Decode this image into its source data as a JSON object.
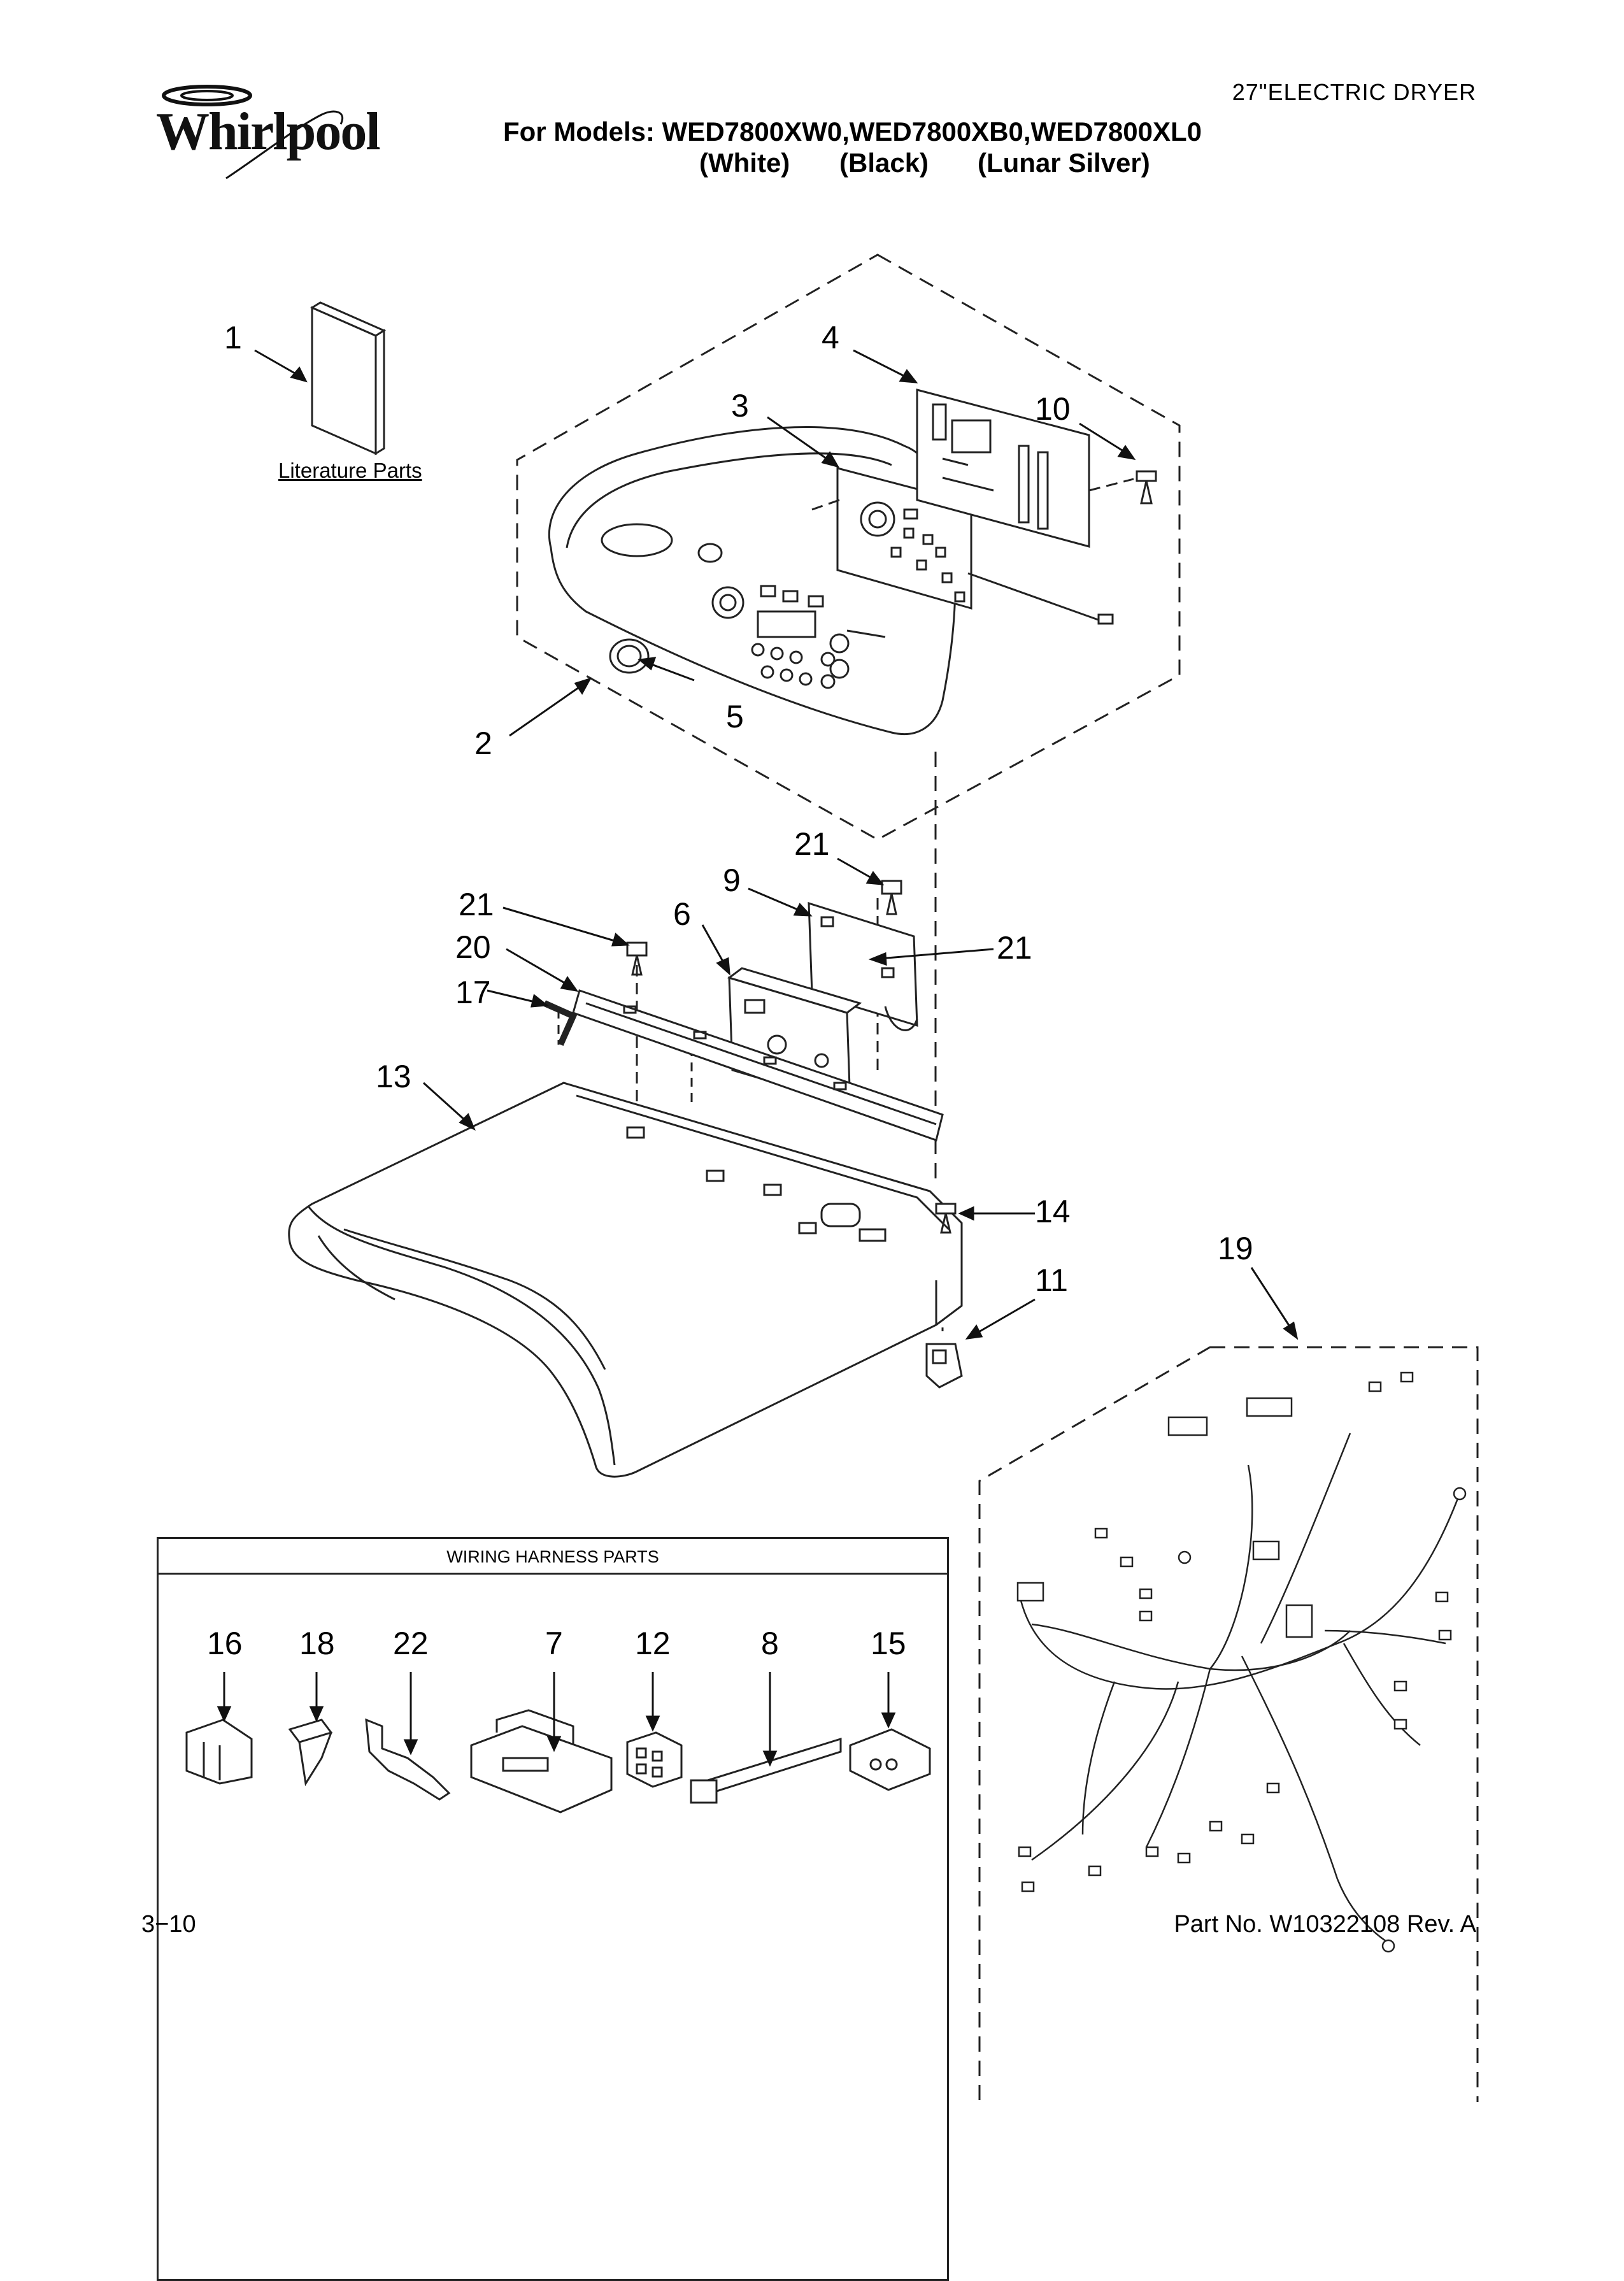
{
  "header": {
    "brand": "Whirlpool",
    "doc_type": "27\"ELECTRIC DRYER",
    "models_line": "For Models: WED7800XW0,WED7800XB0,WED7800XL0",
    "variants": [
      "(White)",
      "(Black)",
      "(Lunar Silver)"
    ]
  },
  "literature": {
    "label": "Literature Parts",
    "number": "1"
  },
  "callouts": {
    "c1": "1",
    "c2": "2",
    "c3": "3",
    "c4": "4",
    "c5": "5",
    "c6": "6",
    "c9": "9",
    "c10": "10",
    "c11": "11",
    "c13": "13",
    "c14": "14",
    "c17": "17",
    "c19": "19",
    "c20": "20",
    "c21a": "21",
    "c21b": "21",
    "c21c": "21"
  },
  "harness_parts": {
    "title": "WIRING HARNESS PARTS",
    "items": [
      "16",
      "18",
      "22",
      "7",
      "12",
      "8",
      "15"
    ]
  },
  "footer": {
    "page": "3−10",
    "part_no": "Part No. W10322108 Rev. A"
  }
}
